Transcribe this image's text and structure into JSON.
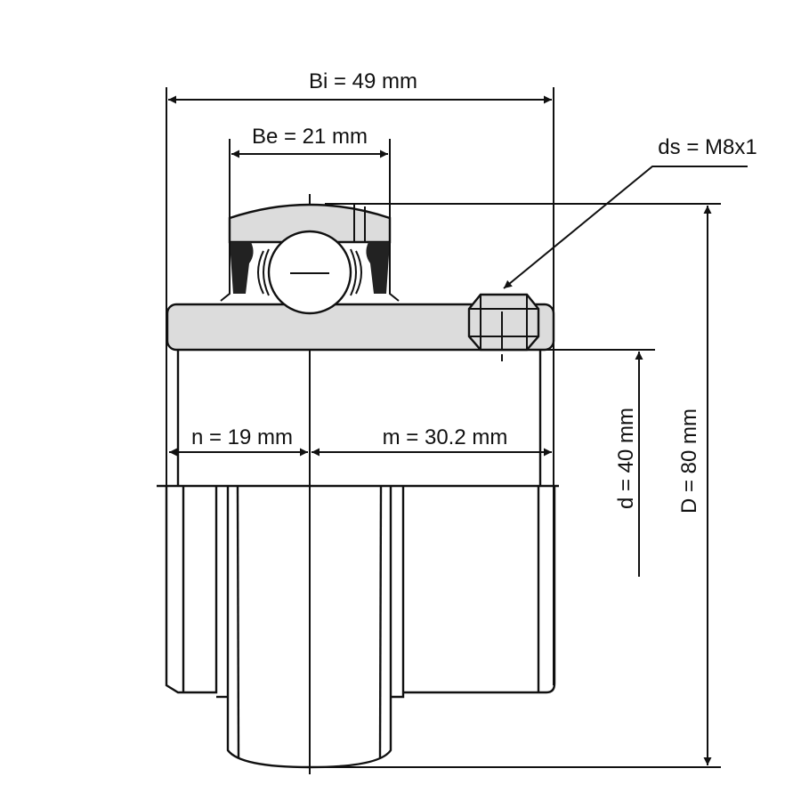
{
  "title": "Bearing insert dimension drawing",
  "dimensions": {
    "Bi": "Bi = 49 mm",
    "Be": "Be = 21 mm",
    "ds": "ds = M8x1",
    "n": "n = 19 mm",
    "m": "m = 30.2 mm",
    "d": "d = 40 mm",
    "D": "D = 80 mm"
  },
  "colors": {
    "line": "#111111",
    "fill": "#dcdcdc",
    "seal": "#222222"
  }
}
